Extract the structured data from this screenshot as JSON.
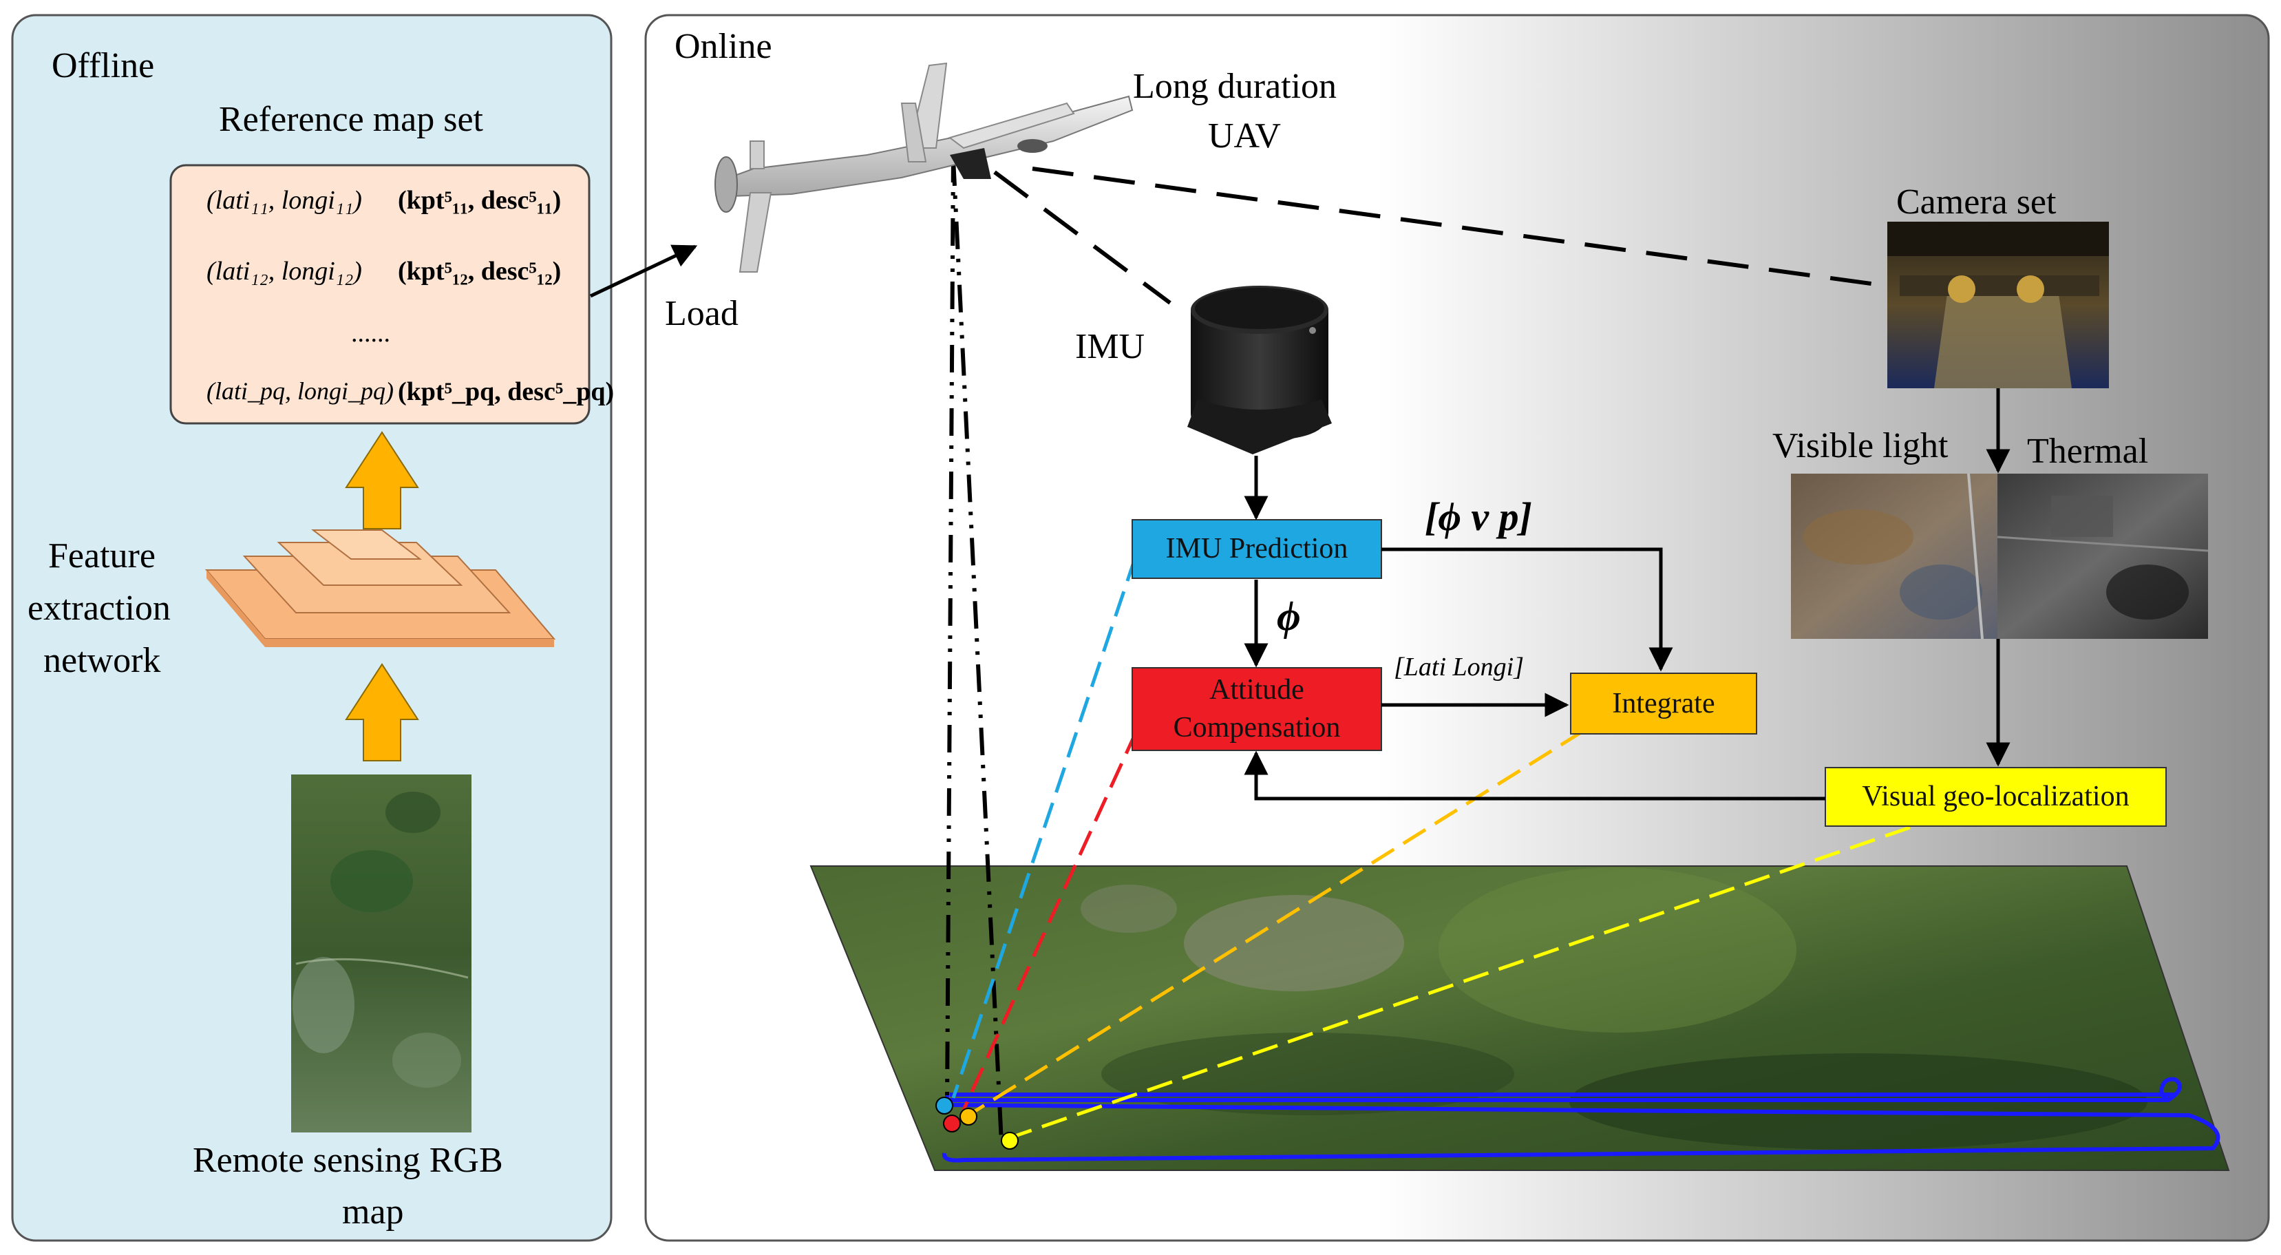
{
  "offline": {
    "title": "Offline",
    "reference_title": "Reference map set",
    "entries": [
      {
        "coord": "(lati₁₁, longi₁₁)",
        "feat": "(kpt⁵₁₁, desc⁵₁₁)"
      },
      {
        "coord": "(lati₁₂, longi₁₂)",
        "feat": "(kpt⁵₁₂, desc⁵₁₂)"
      },
      {
        "coord": "......",
        "feat": ""
      },
      {
        "coord": "(lati_pq, longi_pq)",
        "feat": "(kpt⁵_pq, desc⁵_pq)"
      }
    ],
    "feature_label": [
      "Feature",
      "extraction",
      "network"
    ],
    "remote_label": [
      "Remote sensing RGB",
      "map"
    ]
  },
  "online": {
    "title": "Online",
    "load": "Load",
    "uav": [
      "Long duration",
      "UAV"
    ],
    "imu": "IMU",
    "camera_set": "Camera set",
    "visible": "Visible light",
    "thermal": "Thermal",
    "imu_pred": "IMU Prediction",
    "att_comp": [
      "Attitude",
      "Compensation"
    ],
    "integrate": "Integrate",
    "visual_geo": "Visual geo-localization",
    "phi_v_p": "[ϕ   v   p]",
    "phi": "ϕ",
    "lati_longi": "[Lati   Longi]"
  },
  "colors": {
    "offline_bg": "#d7ecf3",
    "ref_box": "#fde4d3",
    "imu_pred": "#1ea7e1",
    "att_comp": "#ee1c24",
    "integrate": "#ffc000",
    "visual_geo": "#ffff00",
    "arrow_up": "#ffb300",
    "track": "#1a1aff"
  }
}
